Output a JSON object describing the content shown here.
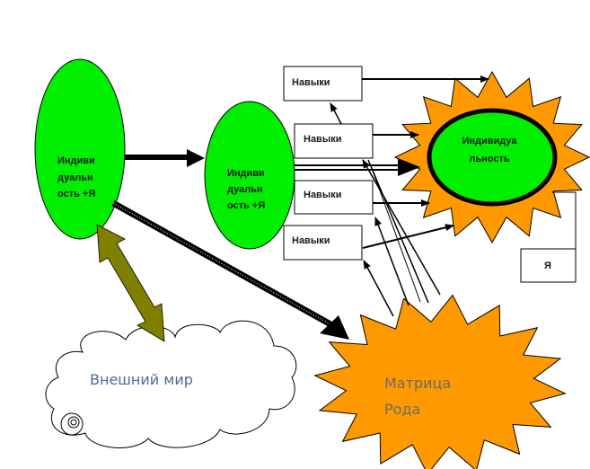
{
  "colors": {
    "ellipse_green": "#00ee00",
    "star_orange": "#ff9900",
    "olive_arrow": "#808000",
    "outer_world_text": "#4f6a9a",
    "matrix_text": "#6b6b6b"
  },
  "nodes": {
    "individuality_left": {
      "lines": [
        "Индиви",
        "дуальн",
        "ость +Я"
      ]
    },
    "individuality_middle": {
      "lines": [
        "Индиви",
        "дуальн",
        "ость +Я"
      ]
    },
    "skills": [
      {
        "label": "Навыки"
      },
      {
        "label": "Навыки"
      },
      {
        "label": "Навыки"
      },
      {
        "label": "Навыки"
      }
    ],
    "individuality_star": {
      "lines": [
        "Индивидуа",
        "льность"
      ]
    },
    "self_box": {
      "label": "Я"
    },
    "outer_world": {
      "label": "Внешний мир"
    },
    "clan_matrix": {
      "lines": [
        "Матрица",
        "Рода"
      ]
    }
  }
}
